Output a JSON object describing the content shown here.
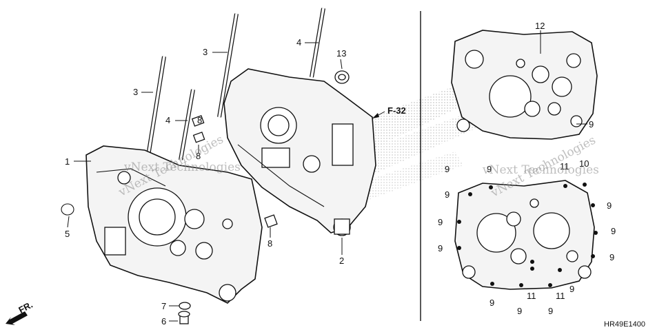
{
  "diagram": {
    "code": "HR49E1400",
    "ref_label": "F-32",
    "direction_label": "FR.",
    "watermark": "vNext Technologies",
    "callouts": {
      "c1": "1",
      "c2": "2",
      "c3a": "3",
      "c3b": "3",
      "c4a": "4",
      "c4b": "4",
      "c5": "5",
      "c6": "6",
      "c7": "7",
      "c8a": "8",
      "c8b": "8",
      "c8c": "8",
      "c12": "12",
      "c13": "13",
      "t9a": "9",
      "b9a": "9",
      "b9b": "9",
      "b9c": "9",
      "b9d": "9",
      "b9e": "9",
      "b9f": "9",
      "b9g": "9",
      "b9h": "9",
      "b9i": "9",
      "b9j": "9",
      "b9k": "9",
      "b9l": "9",
      "b11a": "11",
      "b11b": "11",
      "b11c": "11",
      "b10": "10"
    }
  }
}
